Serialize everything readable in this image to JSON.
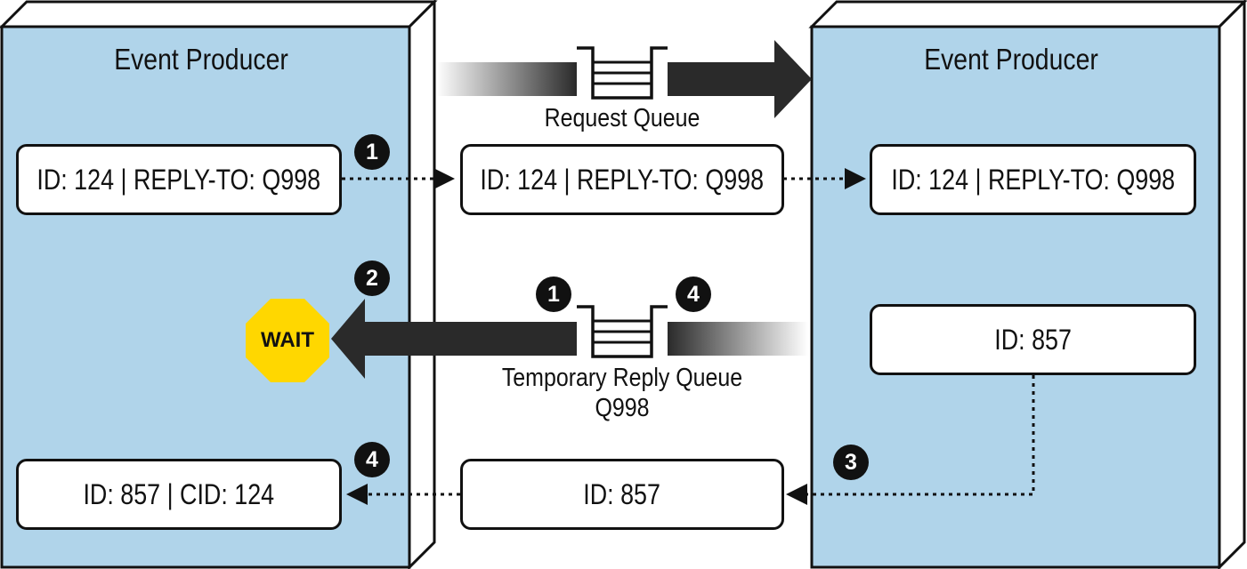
{
  "left_box": {
    "title": "Event Producer"
  },
  "right_box": {
    "title": "Event Producer"
  },
  "request_queue": {
    "label": "Request Queue"
  },
  "reply_queue": {
    "label_line1": "Temporary Reply Queue",
    "label_line2": "Q998"
  },
  "messages": {
    "request_left": "ID: 124 | REPLY-TO: Q998",
    "request_middle": "ID: 124 | REPLY-TO: Q998",
    "request_right": "ID: 124 | REPLY-TO: Q998",
    "reply_right": "ID: 857",
    "reply_middle": "ID: 857",
    "reply_left": "ID: 857 | CID: 124"
  },
  "wait_sign": {
    "label": "WAIT",
    "color": "#ffd700"
  },
  "badges": {
    "step_1_top": "1",
    "step_2": "2",
    "step_1_reply": "1",
    "step_4_reply": "4",
    "step_3": "3",
    "step_4_bottom": "4"
  },
  "colors": {
    "box_fill": "#b0d4ea",
    "box_side": "#ffffff",
    "stroke": "#111111",
    "arrow_dark": "#2a2a2a"
  }
}
